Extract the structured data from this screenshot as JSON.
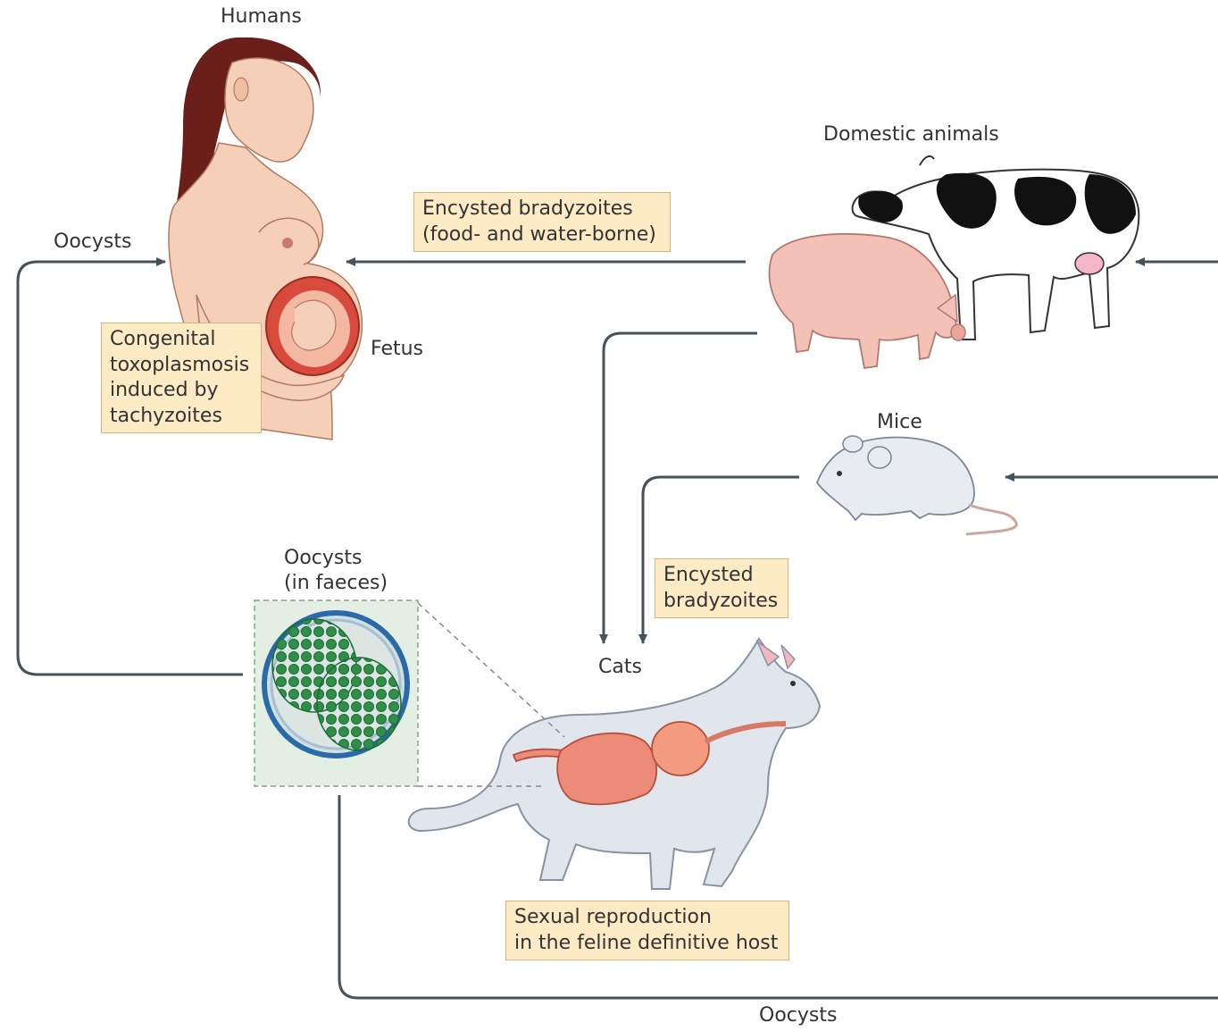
{
  "labels": {
    "humans": "Humans",
    "domestic_animals": "Domestic animals",
    "fetus": "Fetus",
    "mice": "Mice",
    "cats": "Cats",
    "oocysts_left": "Oocysts",
    "oocysts_faeces_line1": "Oocysts",
    "oocysts_faeces_line2": "(in faeces)",
    "oocysts_bottom": "Oocysts"
  },
  "boxes": {
    "bradyzoites_food": [
      "Encysted bradyzoites",
      "(food- and water-borne)"
    ],
    "congenital": [
      "Congenital",
      "toxoplasmosis",
      "induced by",
      "tachyzoites"
    ],
    "bradyzoites_mice": [
      "Encysted",
      "bradyzoites"
    ],
    "sexual_reproduction": [
      "Sexual reproduction",
      "in the feline definitive host"
    ]
  },
  "colors": {
    "arrow": "#45525a",
    "box_fill": "#fcebc5",
    "box_border": "#d9b47a",
    "oocyst_green": "#2f8f4a",
    "skin": "#f6cfb8",
    "hair": "#6b1f1a"
  }
}
